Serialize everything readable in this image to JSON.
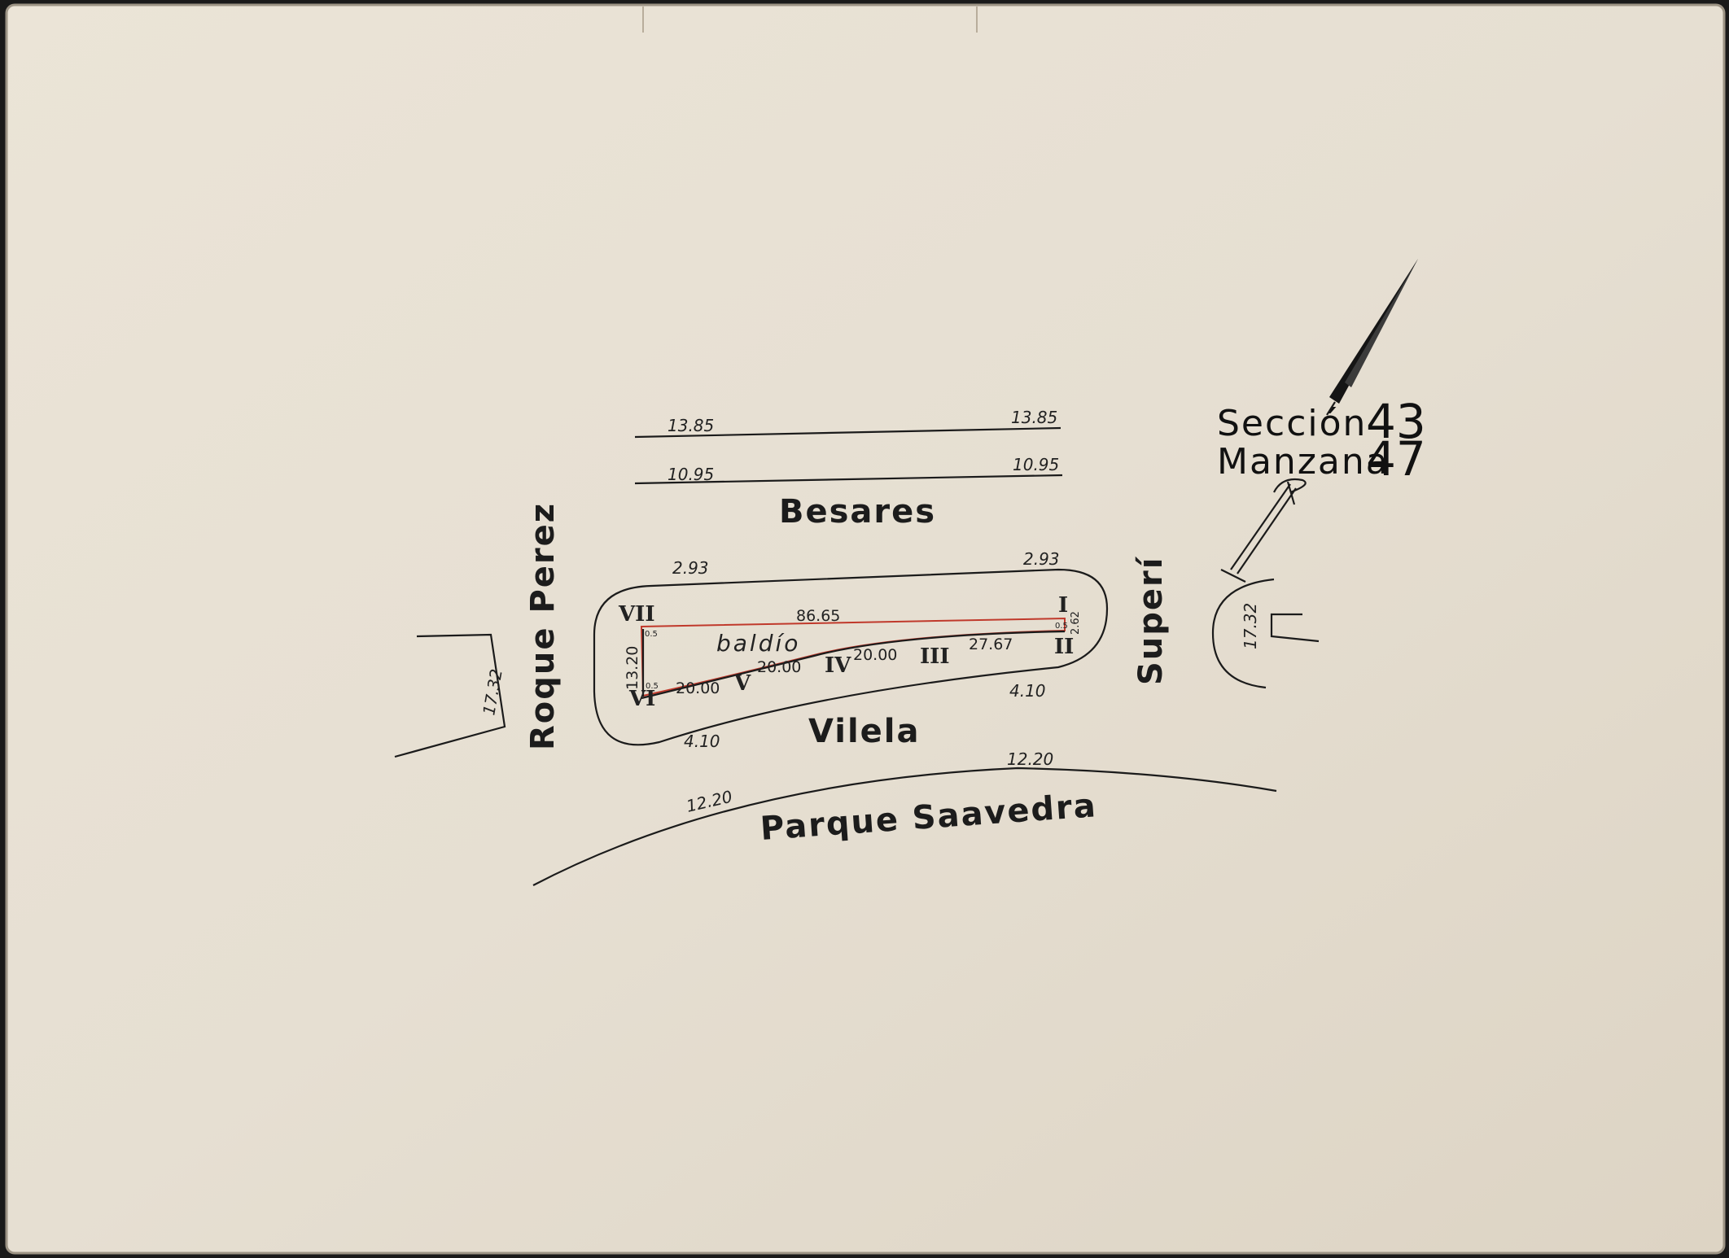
{
  "colors": {
    "paper": "#e7e0d3",
    "ink": "#1b1b1b",
    "lot_outline": "#c0392b"
  },
  "header": {
    "section_label": "Sección",
    "section_number": "43",
    "block_label": "Manzana",
    "block_number": "47"
  },
  "north_arrow": {
    "icon": "north-arrow-icon"
  },
  "streets": {
    "top": "Besares",
    "bottom_block": "Vilela",
    "left": "Roque Perez",
    "right": "Superí",
    "park": "Parque Saavedra"
  },
  "dimensions": {
    "top_line_left": "13.85",
    "top_line_right": "13.85",
    "second_line_left": "10.95",
    "second_line_right": "10.95",
    "block_top_left": "2.93",
    "block_top_right": "2.93",
    "block_bottom_left": "4.10",
    "block_bottom_right": "4.10",
    "park_left": "12.20",
    "park_right": "12.20",
    "left_block_width": "17.32",
    "right_block_width": "17.32"
  },
  "lot": {
    "label": "baldío",
    "top_length": "86.65",
    "left_height": "13.20",
    "segment_1": "20.00",
    "segment_2": "20.00",
    "segment_3": "20.00",
    "segment_4": "27.67",
    "right_height": "2.62",
    "corner_small_top_left": "0.5",
    "corner_small_bottom_left": "0.5",
    "corner_small_right": "0.5"
  },
  "lot_markers": [
    "VI",
    "V",
    "IV",
    "III",
    "II",
    "I",
    "VII"
  ]
}
